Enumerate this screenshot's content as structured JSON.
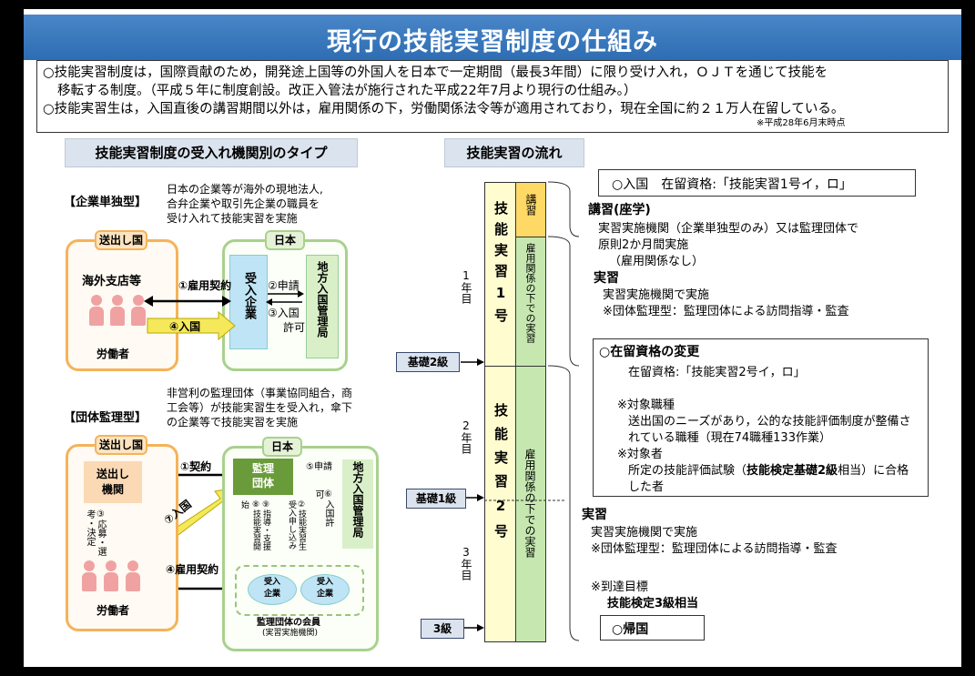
{
  "title": "現行の技能実習制度の仕組み",
  "intro": {
    "line1": "○技能実習制度は，国際貢献のため，開発途上国等の外国人を日本で一定期間（最長3年間）に限り受け入れ，ＯＪＴを通じて技能を",
    "line2": "移転する制度。（平成５年に制度創設。改正入管法が施行された平成22年7月より現行の仕組み。）",
    "line3": "○技能実習生は，入国直後の講習期間以外は，雇用関係の下，労働関係法令等が適用されており，現在全国に約２１万人在留している。",
    "note": "※平成28年6月末時点"
  },
  "left": {
    "header": "技能実習制度の受入れ機関別のタイプ",
    "type1": {
      "label": "【企業単独型】",
      "desc1": "日本の企業等が海外の現地法人,",
      "desc2": "合弁企業や取引先企業の職員を",
      "desc3": "受け入れて技能実習を実施",
      "origin": "送出し国",
      "japan": "日本",
      "branch": "海外支店等",
      "workers": "労働者",
      "contract": "①雇用契約",
      "entry": "④入国",
      "company": "受入企業",
      "apply": "②申請",
      "permit1": "③入国",
      "permit2": "許可",
      "bureau": "地方入国管理局"
    },
    "type2": {
      "label": "【団体監理型】",
      "desc1": "非営利の監理団体（事業協同組合，商",
      "desc2": "工会等）が技能実習生を受入れ，傘下",
      "desc3": "の企業等で技能実習を実施",
      "origin": "送出し国",
      "japan": "日本",
      "sender": "送出し機関",
      "recruit": "③応募・選考・決定",
      "workers": "労働者",
      "contract": "①契約",
      "entry": "⑦入国",
      "employ": "④雇用契約",
      "org": "監理団体",
      "apply": "⑤申請",
      "permit": "⑥入国許可",
      "start": "⑧技能実習開始",
      "guide": "⑨指導・支援",
      "app": "②技能実習生受入申し込み",
      "bureau": "地方入国管理局",
      "company_a": "受入企業",
      "company_b": "受入企業",
      "members1": "監理団体の会員",
      "members2": "(実習実施機関)"
    }
  },
  "right": {
    "header": "技能実習の流れ",
    "year1": "1年目",
    "year2": "2年目",
    "year3": "3年目",
    "col1": "技能実習1号",
    "col2": "技能実習2号",
    "lecture": "講習",
    "emp1": "雇用関係の下での実習",
    "emp2": "雇用関係の下での実習",
    "lvl_basic2": "基礎2級",
    "lvl_basic1": "基礎1級",
    "lvl_3": "3級",
    "entry_box": "○入国　在留資格:「技能実習1号イ，ロ」",
    "lec_title": "講習(座学)",
    "lec_1": "実習実施機関（企業単独型のみ）又は監理団体で",
    "lec_2": "原則2か月間実施",
    "lec_3": "（雇用関係なし）",
    "prac_title": "実習",
    "prac_1": "実習実施機関で実施",
    "prac_2": "※団体監理型：監理団体による訪問指導・監査",
    "change_title": "○在留資格の変更",
    "change_1": "在留資格:「技能実習2号イ，ロ」",
    "job_title": "※対象職種",
    "job_1": "送出国のニーズがあり，公的な技能評価制度が整備さ",
    "job_2": "れている職種（現在74職種133作業）",
    "person_title": "※対象者",
    "person_1a": "所定の技能評価試験（",
    "person_1b": "技能検定基礎2級",
    "person_1c": "相当）に合格",
    "person_2": "した者",
    "prac2_title": "実習",
    "prac2_1": "実習実施機関で実施",
    "prac2_2": "※団体監理型：監理団体による訪問指導・監査",
    "goal_title": "※到達目標",
    "goal_1": "技能検定3級相当",
    "return_box": "○帰国"
  }
}
